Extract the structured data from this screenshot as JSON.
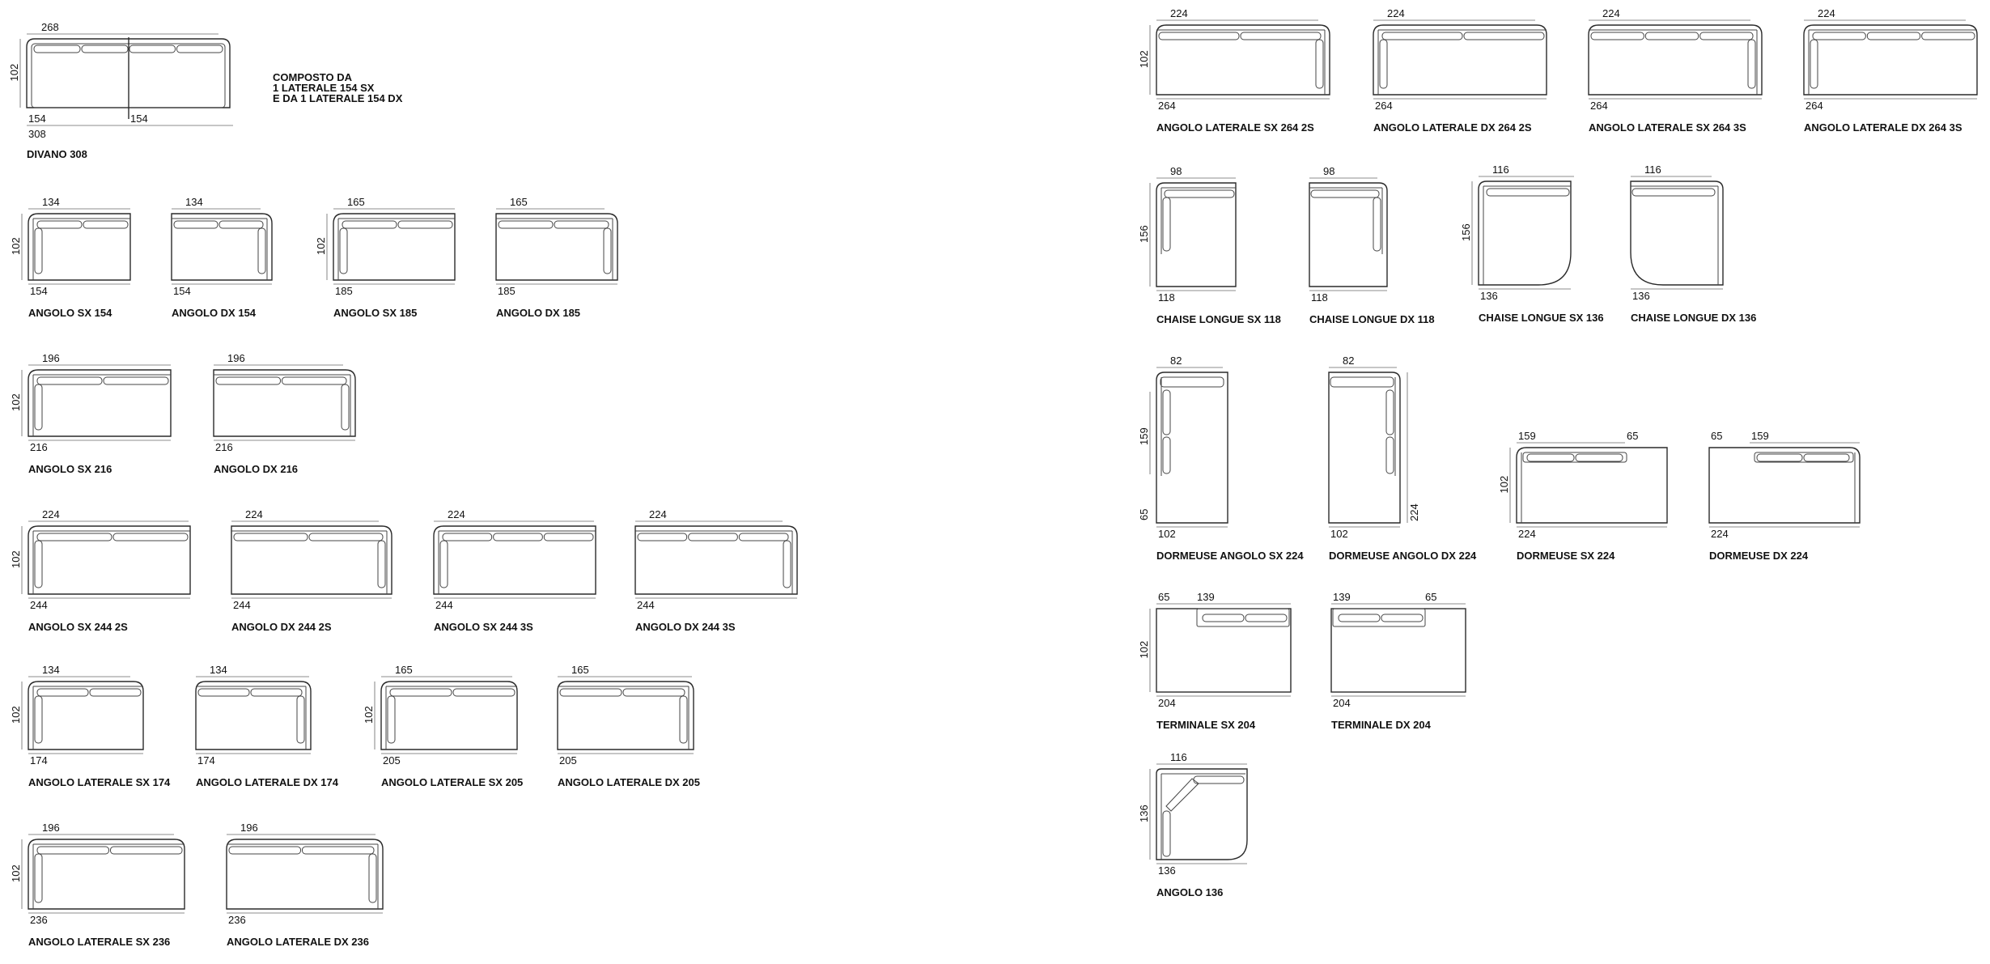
{
  "composition_note": [
    "COMPOSTO DA",
    "1 LATERALE 154 SX",
    "E DA 1 LATERALE 154 DX"
  ],
  "modules": [
    {
      "id": "divano-308",
      "caption": "DIVANO 308",
      "depth": "102",
      "top": "268",
      "bottom": [
        "154",
        "154"
      ],
      "total": "308"
    },
    {
      "id": "angolo-sx-154",
      "caption": "ANGOLO SX 154",
      "depth": "102",
      "top": "134",
      "bottom": "154"
    },
    {
      "id": "angolo-dx-154",
      "caption": "ANGOLO DX 154",
      "top": "134",
      "bottom": "154"
    },
    {
      "id": "angolo-sx-185",
      "caption": "ANGOLO SX 185",
      "depth": "102",
      "top": "165",
      "bottom": "185"
    },
    {
      "id": "angolo-dx-185",
      "caption": "ANGOLO DX 185",
      "top": "165",
      "bottom": "185"
    },
    {
      "id": "angolo-sx-216",
      "caption": "ANGOLO SX 216",
      "depth": "102",
      "top": "196",
      "bottom": "216"
    },
    {
      "id": "angolo-dx-216",
      "caption": "ANGOLO DX 216",
      "top": "196",
      "bottom": "216"
    },
    {
      "id": "angolo-sx-244-2s",
      "caption": "ANGOLO SX 244 2S",
      "depth": "102",
      "top": "224",
      "bottom": "244"
    },
    {
      "id": "angolo-dx-244-2s",
      "caption": "ANGOLO DX 244 2S",
      "top": "224",
      "bottom": "244"
    },
    {
      "id": "angolo-sx-244-3s",
      "caption": "ANGOLO SX 244 3S",
      "top": "224",
      "bottom": "244"
    },
    {
      "id": "angolo-dx-244-3s",
      "caption": "ANGOLO DX 244 3S",
      "top": "224",
      "bottom": "244"
    },
    {
      "id": "angolo-laterale-sx-174",
      "caption": "ANGOLO LATERALE  SX 174",
      "depth": "102",
      "top": "134",
      "bottom": "174"
    },
    {
      "id": "angolo-laterale-dx-174",
      "caption": "ANGOLO LATERALE  DX 174",
      "top": "134",
      "bottom": "174"
    },
    {
      "id": "angolo-laterale-sx-205",
      "caption": "ANGOLO LATERALE SX 205",
      "depth": "102",
      "top": "165",
      "bottom": "205"
    },
    {
      "id": "angolo-laterale-dx-205",
      "caption": "ANGOLO LATERALE DX 205",
      "top": "165",
      "bottom": "205"
    },
    {
      "id": "angolo-laterale-sx-236",
      "caption": "ANGOLO LATERALE SX 236",
      "depth": "102",
      "top": "196",
      "bottom": "236"
    },
    {
      "id": "angolo-laterale-dx-236",
      "caption": "ANGOLO LATERALE DX 236",
      "top": "196",
      "bottom": "236"
    },
    {
      "id": "angolo-laterale-sx-264-2s",
      "caption": "ANGOLO LATERALE SX 264 2S",
      "depth": "102",
      "top": "224",
      "bottom": "264"
    },
    {
      "id": "angolo-laterale-dx-264-2s",
      "caption": "ANGOLO LATERALE DX 264 2S",
      "top": "224",
      "bottom": "264"
    },
    {
      "id": "angolo-laterale-sx-264-3s",
      "caption": "ANGOLO LATERALE SX 264 3S",
      "top": "224",
      "bottom": "264"
    },
    {
      "id": "angolo-laterale-dx-264-3s",
      "caption": "ANGOLO LATERALE DX 264 3S",
      "top": "224",
      "bottom": "264"
    },
    {
      "id": "chaise-longue-sx-118",
      "caption": "CHAISE LONGUE SX 118",
      "depth": "156",
      "top": "98",
      "bottom": "118"
    },
    {
      "id": "chaise-longue-dx-118",
      "caption": "CHAISE LONGUE DX 118",
      "top": "98",
      "bottom": "118"
    },
    {
      "id": "chaise-longue-sx-136",
      "caption": "CHAISE LONGUE SX 136",
      "depth": "156",
      "top": "116",
      "bottom": "136"
    },
    {
      "id": "chaise-longue-dx-136",
      "caption": "CHAISE LONGUE DX 136",
      "top": "116",
      "bottom": "136"
    },
    {
      "id": "dormeuse-angolo-sx-224",
      "caption": "DORMEUSE ANGOLO SX 224",
      "depth": [
        "159",
        "65"
      ],
      "top": "82",
      "bottom": "102"
    },
    {
      "id": "dormeuse-angolo-dx-224",
      "caption": "DORMEUSE ANGOLO DX 224",
      "depth": "224",
      "top": "82",
      "bottom": "102"
    },
    {
      "id": "dormeuse-sx-224",
      "caption": "DORMEUSE SX 224",
      "depth": "102",
      "top": [
        "159",
        "65"
      ],
      "bottom": "224"
    },
    {
      "id": "dormeuse-dx-224",
      "caption": "DORMEUSE DX 224",
      "top": [
        "65",
        "159"
      ],
      "bottom": "224"
    },
    {
      "id": "terminale-sx-204",
      "caption": "TERMINALE SX 204",
      "depth": "102",
      "top": [
        "65",
        "139"
      ],
      "bottom": "204"
    },
    {
      "id": "terminale-dx-204",
      "caption": "TERMINALE DX 204",
      "top": [
        "139",
        "65"
      ],
      "bottom": "204"
    },
    {
      "id": "angolo-136",
      "caption": "ANGOLO 136",
      "depth": "136",
      "top": "116",
      "bottom": "136"
    }
  ]
}
